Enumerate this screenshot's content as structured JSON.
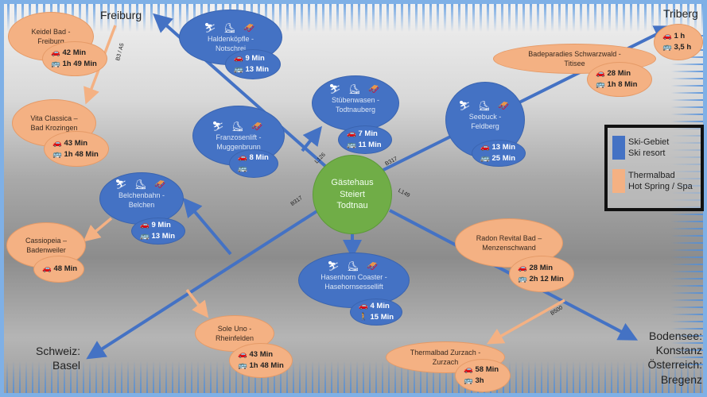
{
  "colors": {
    "ski": "#4472c4",
    "spa": "#f4b183",
    "home": "#70ad47"
  },
  "home": {
    "line1": "Gästehaus",
    "line2": "Steiert",
    "line3": "Todtnau"
  },
  "places": {
    "freiburg": "Freiburg",
    "triberg": "Triberg",
    "basel1": "Schweiz:",
    "basel2": "Basel",
    "bodensee1": "Bodensee:",
    "bodensee2": "Konstanz",
    "bodensee3": "Österreich:",
    "bodensee4": "Bregenz"
  },
  "roads": {
    "b3": "B3 / A5",
    "l126": "L126",
    "b317a": "B317",
    "b317b": "B317",
    "l149": "L149",
    "b500": "B500"
  },
  "triberg_times": {
    "car": "1 h",
    "bus": "3,5 h"
  },
  "ski": [
    {
      "name1": "Haldenköpfle -",
      "name2": "Notschrei",
      "car": "9 Min",
      "bus": "13 Min"
    },
    {
      "name1": "Franzosenlift -",
      "name2": "Muggenbrunn",
      "car": "8 Min",
      "bus": ""
    },
    {
      "name1": "Stübenwasen -",
      "name2": "Todtnauberg",
      "car": "7 Min",
      "bus": "11 Min"
    },
    {
      "name1": "Seebuck -",
      "name2": "Feldberg",
      "car": "13 Min",
      "bus": "25 Min"
    },
    {
      "name1": "Belchenbahn -",
      "name2": "Belchen",
      "car": "9 Min",
      "bus": "13 Min"
    },
    {
      "name1": "Hasenhorn Coaster -",
      "name2": "Hasehornsessellift",
      "car": "4 Min",
      "walk": "15 Min"
    }
  ],
  "spa": [
    {
      "name1": "Keidel Bad -",
      "name2": "Freiburg",
      "car": "42 Min",
      "bus": "1h 49 Min"
    },
    {
      "name1": "Vita Classica –",
      "name2": "Bad Krozingen",
      "car": "43 Min",
      "bus": "1h 48 Min"
    },
    {
      "name1": "Badeparadies Schwarzwald -",
      "name2": "Titisee",
      "car": "28 Min",
      "bus": "1h 8 Min"
    },
    {
      "name1": "Cassiopeia –",
      "name2": "Badenweiler",
      "car": "48 Min"
    },
    {
      "name1": "Sole Uno -",
      "name2": "Rheinfelden",
      "car": "43 Min",
      "bus": "1h 48 Min"
    },
    {
      "name1": "Radon Revital Bad –",
      "name2": "Menzenschwand",
      "car": "28 Min",
      "bus": "2h 12 Min"
    },
    {
      "name1": "Thermalbad Zurzach -",
      "name2": "Zurzach",
      "car": "58 Min",
      "bus": "3h"
    }
  ],
  "legend": {
    "ski1": "Ski-Gebiet",
    "ski2": "Ski resort",
    "spa1": "Thermalbad",
    "spa2": "Hot Spring / Spa"
  },
  "icons": {
    "car": "🚗",
    "bus": "🚌",
    "walk": "🚶",
    "ski": "⛷ ⛸ 🛷"
  }
}
